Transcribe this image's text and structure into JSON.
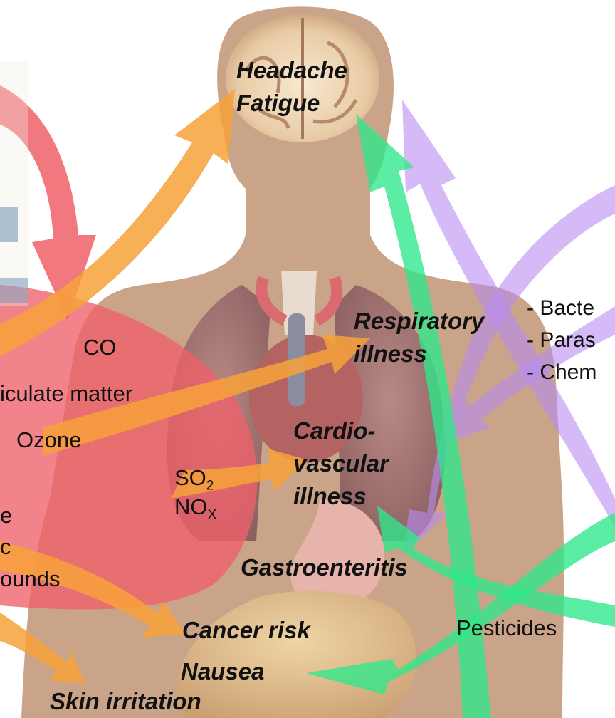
{
  "effects": {
    "headache": "Headache",
    "fatigue": "Fatigue",
    "respiratory_1": "Respiratory",
    "respiratory_2": "illness",
    "cardio_1": "Cardio-",
    "cardio_2": "vascular",
    "cardio_3": "illness",
    "gastro": "Gastroenteritis",
    "cancer": "Cancer risk",
    "nausea": "Nausea",
    "skin": "Skin irritation"
  },
  "sources": {
    "co": "CO",
    "particulate": "iculate matter",
    "ozone": "Ozone",
    "so2_base": "SO",
    "so2_sub": "2",
    "nox_base": "NO",
    "nox_sub": "X",
    "voc_1": "e",
    "voc_2": "c",
    "voc_3": "ounds",
    "pesticides": "Pesticides",
    "water_items": [
      "- Bacte",
      "- Paras",
      "- Chem"
    ]
  },
  "colors": {
    "air": "#f0606a",
    "air_arrow": "#f7a23a",
    "water": "#b98cf2",
    "pesticide": "#2ee88a",
    "body": "#c9a489"
  }
}
